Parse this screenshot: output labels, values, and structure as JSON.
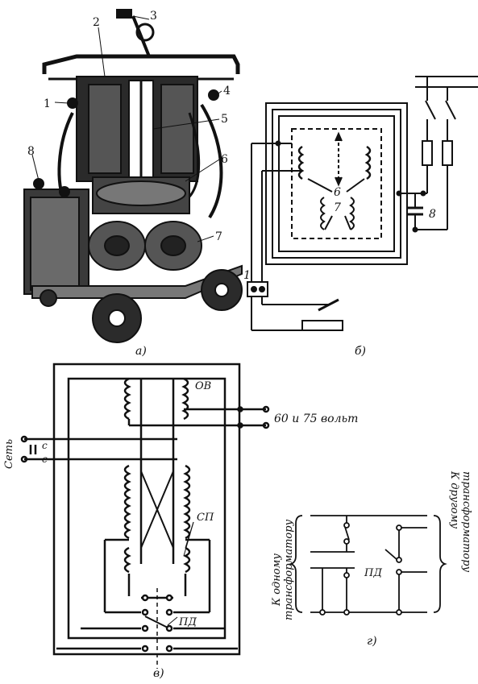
{
  "panel_a": {
    "callouts": [
      "1",
      "2",
      "3",
      "4",
      "5",
      "6",
      "7",
      "8"
    ],
    "caption": "а)"
  },
  "panel_b": {
    "labels": {
      "coil_upper": "6",
      "coil_lower": "7",
      "capacitor": "8",
      "terminal": "1"
    },
    "caption": "б)"
  },
  "panel_v": {
    "label_ov": "ОВ",
    "output_voltage": "60 и 75 вольт",
    "network": "Сеть",
    "contact_c": "с",
    "label_sp": "СП",
    "label_pd": "ПД",
    "caption": "в)"
  },
  "panel_g": {
    "left_label_line1": "К одному",
    "left_label_line2": "трансформатору",
    "right_label_line1": "К другому",
    "right_label_line2": "трансформатору",
    "label_pd": "ПД",
    "caption": "г)"
  },
  "colors": {
    "ink": "#111111",
    "paper": "#ffffff"
  }
}
